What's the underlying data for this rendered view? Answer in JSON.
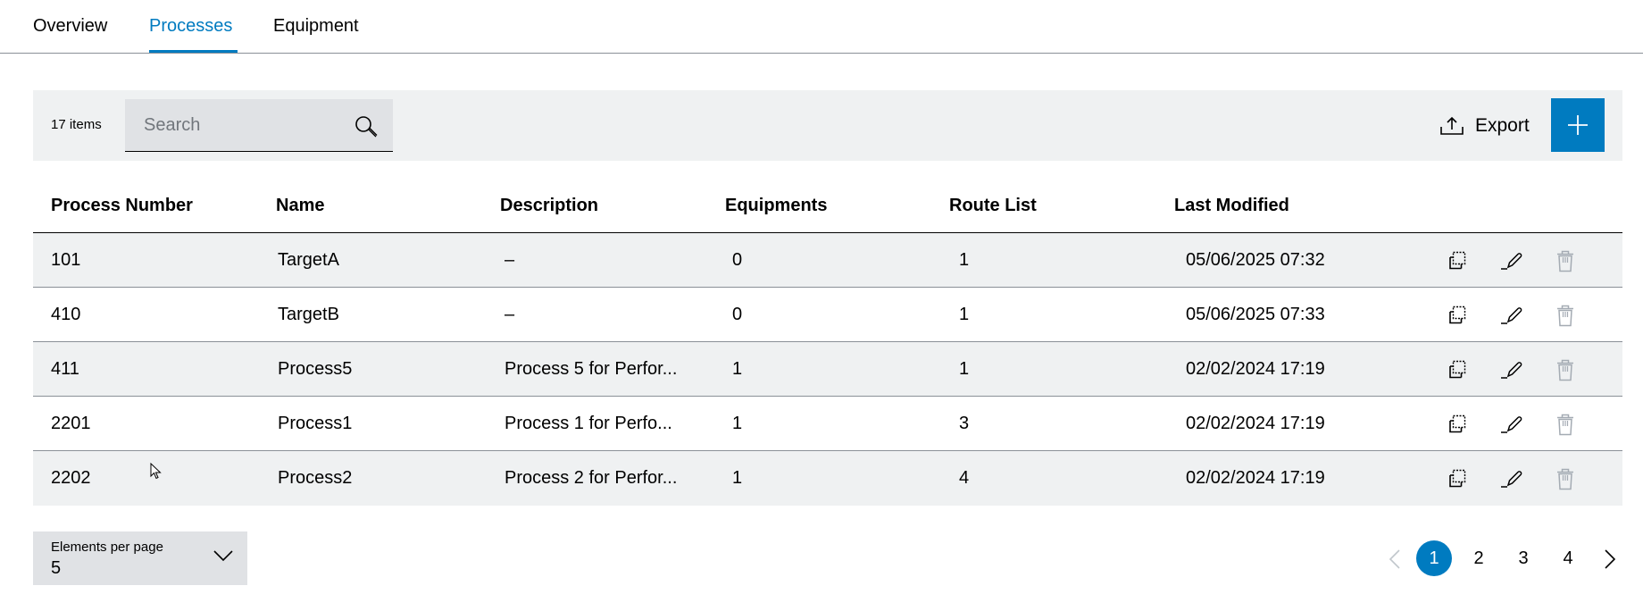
{
  "tabs": [
    {
      "label": "Overview",
      "active": false
    },
    {
      "label": "Processes",
      "active": true
    },
    {
      "label": "Equipment",
      "active": false
    }
  ],
  "toolbar": {
    "items_count": "17 items",
    "search_placeholder": "Search",
    "search_value": "",
    "export_label": "Export",
    "add_icon": "plus-icon",
    "accent_color": "#007bc0"
  },
  "table": {
    "columns": [
      "Process Number",
      "Name",
      "Description",
      "Equipments",
      "Route List",
      "Last Modified"
    ],
    "rows": [
      {
        "process_number": "101",
        "name": "TargetA",
        "description": "–",
        "equipments": "0",
        "route_list": "1",
        "last_modified": "05/06/2025 07:32"
      },
      {
        "process_number": "410",
        "name": "TargetB",
        "description": "–",
        "equipments": "0",
        "route_list": "1",
        "last_modified": "05/06/2025 07:33"
      },
      {
        "process_number": "411",
        "name": "Process5",
        "description": "Process 5 for Perfor...",
        "equipments": "1",
        "route_list": "1",
        "last_modified": "02/02/2024 17:19"
      },
      {
        "process_number": "2201",
        "name": "Process1",
        "description": "Process 1 for Perfo...",
        "equipments": "1",
        "route_list": "3",
        "last_modified": "02/02/2024 17:19"
      },
      {
        "process_number": "2202",
        "name": "Process2",
        "description": "Process 2 for Perfor...",
        "equipments": "1",
        "route_list": "4",
        "last_modified": "02/02/2024 17:19"
      }
    ],
    "row_actions": [
      "copy-icon",
      "edit-icon",
      "delete-icon"
    ]
  },
  "footer": {
    "per_page_label": "Elements per page",
    "per_page_value": "5",
    "pages": [
      "1",
      "2",
      "3",
      "4"
    ],
    "current_page": "1"
  }
}
